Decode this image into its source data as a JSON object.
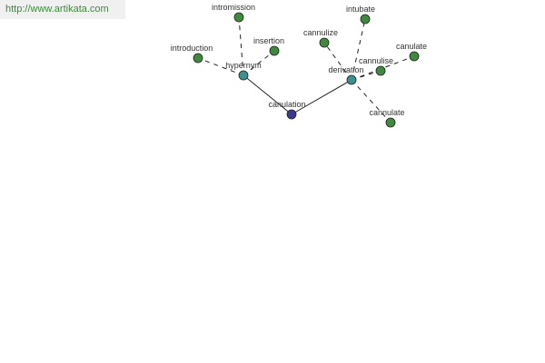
{
  "site": {
    "url": "http://www.artikata.com"
  },
  "colors": {
    "root": "#3a3a8c",
    "hub": "#3f8f8f",
    "leaf": "#3f8a3f"
  },
  "graph": {
    "nodes": [
      {
        "id": "root",
        "label": "canulation",
        "kind": "root"
      },
      {
        "id": "hypernym",
        "label": "hypernym",
        "kind": "hub"
      },
      {
        "id": "derivation",
        "label": "derivation",
        "kind": "hub"
      },
      {
        "id": "intromission",
        "label": "intromission",
        "kind": "leaf"
      },
      {
        "id": "introduction",
        "label": "introduction",
        "kind": "leaf"
      },
      {
        "id": "insertion",
        "label": "insertion",
        "kind": "leaf"
      },
      {
        "id": "cannulize",
        "label": "cannulize",
        "kind": "leaf"
      },
      {
        "id": "intubate",
        "label": "intubate",
        "kind": "leaf"
      },
      {
        "id": "cannulise",
        "label": "cannulise",
        "kind": "leaf"
      },
      {
        "id": "canulate",
        "label": "canulate",
        "kind": "leaf"
      },
      {
        "id": "cannulate",
        "label": "cannulate",
        "kind": "leaf"
      }
    ],
    "edges": [
      {
        "from": "root",
        "to": "hypernym",
        "style": "solid"
      },
      {
        "from": "root",
        "to": "derivation",
        "style": "solid"
      },
      {
        "from": "hypernym",
        "to": "intromission",
        "style": "dashed"
      },
      {
        "from": "hypernym",
        "to": "introduction",
        "style": "dashed"
      },
      {
        "from": "hypernym",
        "to": "insertion",
        "style": "dashed"
      },
      {
        "from": "derivation",
        "to": "cannulize",
        "style": "dashed"
      },
      {
        "from": "derivation",
        "to": "intubate",
        "style": "dashed"
      },
      {
        "from": "derivation",
        "to": "cannulise",
        "style": "dashed"
      },
      {
        "from": "derivation",
        "to": "canulate",
        "style": "dashed"
      },
      {
        "from": "derivation",
        "to": "cannulate",
        "style": "dashed"
      }
    ]
  }
}
